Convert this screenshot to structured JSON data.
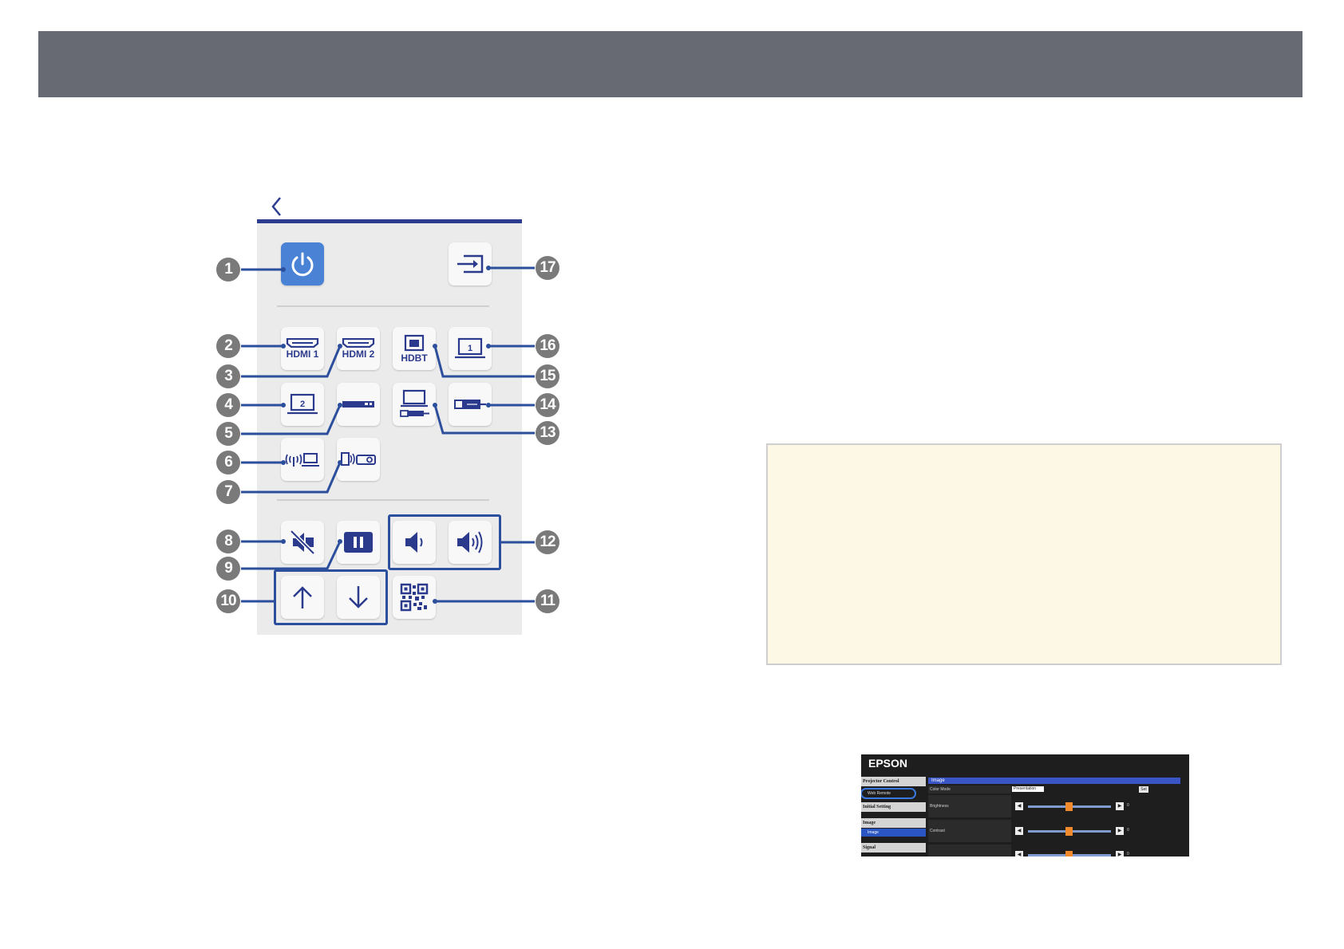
{
  "remote": {
    "labels": {
      "hdmi1": "HDMI 1",
      "hdmi2": "HDMI 2",
      "hdbt": "HDBT",
      "computer1": "1",
      "computer2": "2"
    }
  },
  "callouts": [
    "1",
    "2",
    "3",
    "4",
    "5",
    "6",
    "7",
    "8",
    "9",
    "10",
    "11",
    "12",
    "13",
    "14",
    "15",
    "16",
    "17"
  ],
  "web_screenshot": {
    "logo": "EPSON",
    "nav": {
      "projector_control": "Projector Control",
      "web_remote": "Web Remote",
      "initial_setting": "Initial Setting",
      "image": "Image",
      "image_sub": "Image",
      "signal": "Signal"
    },
    "section_title": "Image",
    "rows": {
      "color_mode": "Color Mode",
      "brightness": "Brightness",
      "contrast": "Contrast"
    },
    "color_mode_value": "Presentation",
    "set_label": "Set",
    "slider_values": [
      "0",
      "0",
      "0"
    ]
  }
}
